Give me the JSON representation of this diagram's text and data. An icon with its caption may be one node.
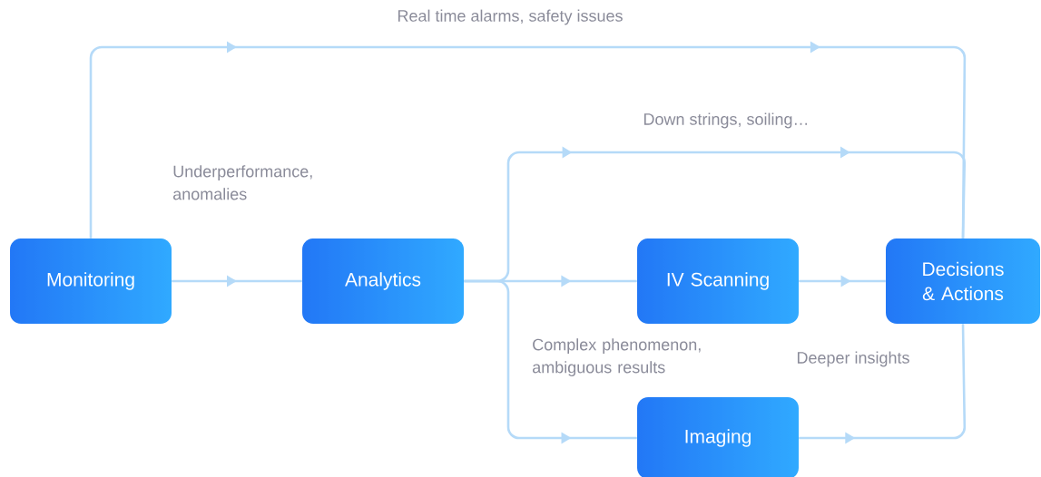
{
  "diagram": {
    "nodes": [
      {
        "text": [
          "Monitoring"
        ]
      },
      {
        "text": [
          "Analytics"
        ]
      },
      {
        "text": [
          "IV Scanning"
        ]
      },
      {
        "text": [
          "Decisions & Actions"
        ]
      },
      {
        "text": [
          "Imaging"
        ]
      }
    ],
    "edges": [
      {
        "from": 0,
        "to": 3,
        "arrow": "to",
        "label": "Real time alarms, safety issues"
      },
      {
        "from": 0,
        "to": 1,
        "arrow": "to",
        "label": "Underperformance, anomalies"
      },
      {
        "from": 1,
        "to": 3,
        "arrow": "to",
        "label": "Down strings, soiling…"
      },
      {
        "from": 1,
        "to": 2,
        "arrow": "to"
      },
      {
        "from": 1,
        "to": 4,
        "arrow": "to",
        "label": "Complex phenomenon, ambiguous results"
      },
      {
        "from": 2,
        "to": 3,
        "arrow": "to"
      },
      {
        "from": 4,
        "to": 3,
        "arrow": "to",
        "label": "Deeper insights"
      }
    ]
  }
}
